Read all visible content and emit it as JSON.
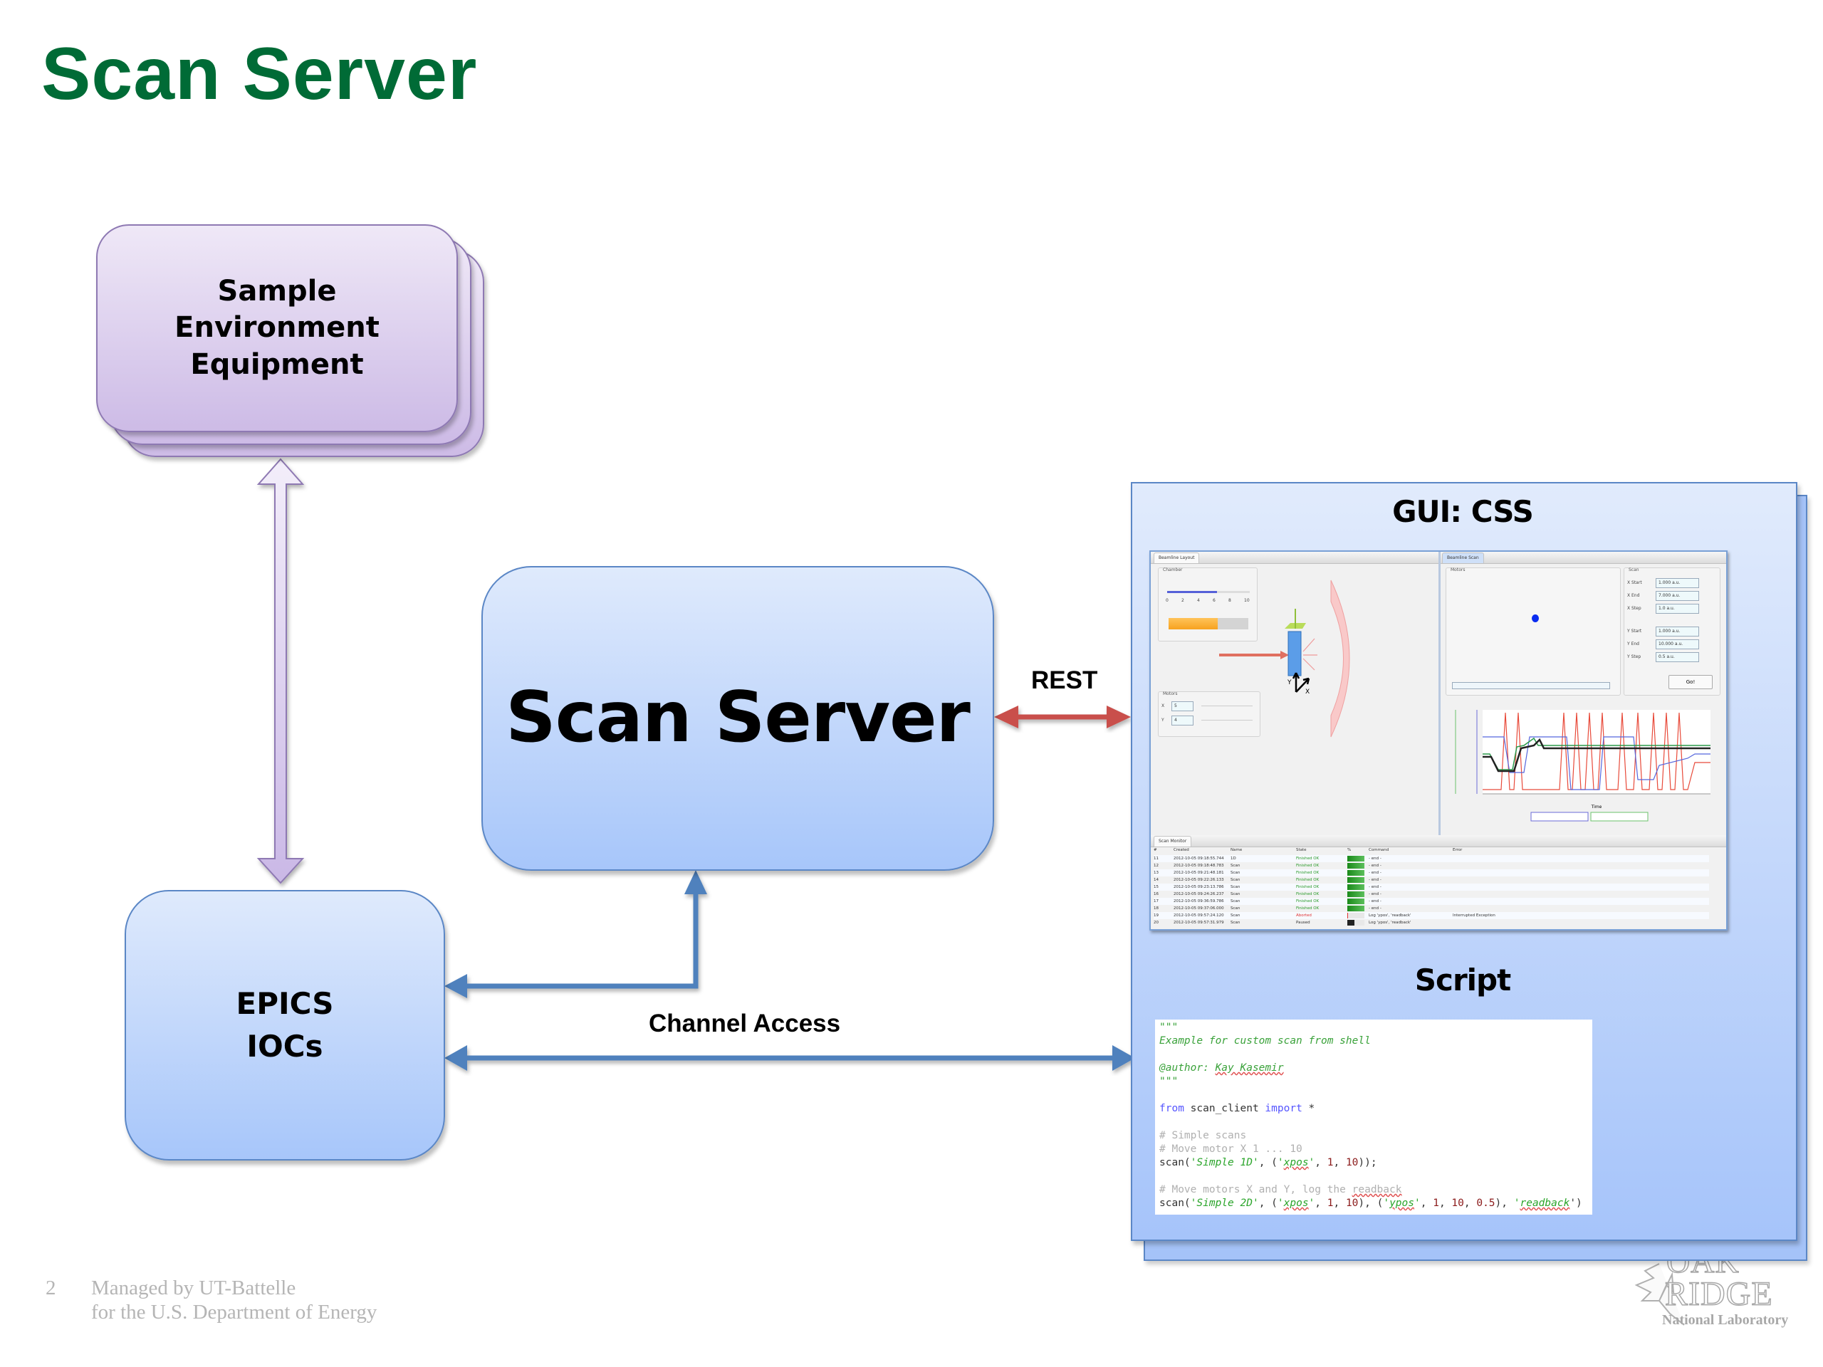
{
  "slide": {
    "title": "Scan Server",
    "page_number": "2",
    "footer_line1": "Managed by UT-Battelle",
    "footer_line2": "for the U.S. Department of Energy",
    "logo": {
      "word1": "OAK",
      "word2": "RIDGE",
      "word3": "National Laboratory"
    }
  },
  "colors": {
    "title_green": "#006b36",
    "blue_box": "#a7c6fa",
    "purple_box": "#cdbbe6",
    "rest_arrow": "#c9504c",
    "ca_arrow": "#4f81bd"
  },
  "nodes": {
    "sample_env": {
      "line1": "Sample",
      "line2": "Environment",
      "line3": "Equipment"
    },
    "scan_server": {
      "label": "Scan Server"
    },
    "epics": {
      "line1": "EPICS",
      "line2": "IOCs"
    },
    "clients_panel": {
      "gui_heading": "GUI: CSS",
      "script_heading": "Script"
    }
  },
  "edges": {
    "rest_label": "REST",
    "channel_access_label": "Channel Access"
  },
  "gui": {
    "left_tab": "Beamline Layout",
    "right_tab": "Beamline Scan",
    "chamber_group": "Chamber",
    "slider_ticks": [
      "0",
      "2",
      "4",
      "6",
      "8",
      "10"
    ],
    "slider_fraction": 0.6,
    "chamber_progress_fraction": 0.62,
    "motors_group": "Motors",
    "motor_x_label": "X",
    "motor_x_value": "5",
    "motor_y_label": "Y",
    "motor_y_value": "4",
    "motors_plot_group": "Motors",
    "scan_group": "Scan",
    "scan_fields": [
      {
        "label": "X Start",
        "value": "1.000 a.u."
      },
      {
        "label": "X End",
        "value": "7.000 a.u."
      },
      {
        "label": "X Step",
        "value": "1.0 a.u."
      },
      {
        "label": "Y Start",
        "value": "1.000 a.u."
      },
      {
        "label": "Y End",
        "value": "10.000 a.u."
      },
      {
        "label": "Y Step",
        "value": "0.5 a.u."
      }
    ],
    "go_button": "Go!",
    "plot_xlabel": "Time",
    "monitor_tab": "Scan Monitor",
    "monitor_columns": [
      "#",
      "Created",
      "Name",
      "State",
      "%",
      "Command",
      "Error"
    ],
    "monitor_rows": [
      {
        "id": "11",
        "created": "2012-10-05 09:18:55.744",
        "name": "1D",
        "state": "Finished OK",
        "percent": 100,
        "command": "- end -",
        "error": ""
      },
      {
        "id": "12",
        "created": "2012-10-05 09:18:48.783",
        "name": "Scan",
        "state": "Finished OK",
        "percent": 100,
        "command": "- end -",
        "error": ""
      },
      {
        "id": "13",
        "created": "2012-10-05 09:21:48.181",
        "name": "Scan",
        "state": "Finished OK",
        "percent": 100,
        "command": "- end -",
        "error": ""
      },
      {
        "id": "14",
        "created": "2012-10-05 09:22:26.133",
        "name": "Scan",
        "state": "Finished OK",
        "percent": 100,
        "command": "- end -",
        "error": ""
      },
      {
        "id": "15",
        "created": "2012-10-05 09:23:13.786",
        "name": "Scan",
        "state": "Finished OK",
        "percent": 100,
        "command": "- end -",
        "error": ""
      },
      {
        "id": "16",
        "created": "2012-10-05 09:24:26.237",
        "name": "Scan",
        "state": "Finished OK",
        "percent": 100,
        "command": "- end -",
        "error": ""
      },
      {
        "id": "17",
        "created": "2012-10-05 09:36:59.786",
        "name": "Scan",
        "state": "Finished OK",
        "percent": 100,
        "command": "- end -",
        "error": ""
      },
      {
        "id": "18",
        "created": "2012-10-05 09:37:06.000",
        "name": "Scan",
        "state": "Finished OK",
        "percent": 100,
        "command": "- end -",
        "error": ""
      },
      {
        "id": "19",
        "created": "2012-10-05 09:57:24.120",
        "name": "Scan",
        "state": "Aborted",
        "percent": 5,
        "command": "Log 'ypos', 'readback'",
        "error": "Interrupted Exception"
      },
      {
        "id": "20",
        "created": "2012-10-05 09:57:31.979",
        "name": "Scan",
        "state": "Paused",
        "percent": 40,
        "command": "Log 'ypos', 'readback'",
        "error": ""
      }
    ]
  },
  "script": {
    "lines": [
      [
        {
          "t": "\"\"\"",
          "c": "doc"
        }
      ],
      [
        {
          "t": "Example for custom scan from shell",
          "c": "doc"
        }
      ],
      [
        {
          "t": "",
          "c": "txt"
        }
      ],
      [
        {
          "t": "@author: ",
          "c": "doc"
        },
        {
          "t": "Kay Kasemir",
          "c": "doc squig"
        }
      ],
      [
        {
          "t": "\"\"\"",
          "c": "doc"
        }
      ],
      [
        {
          "t": "",
          "c": "txt"
        }
      ],
      [
        {
          "t": "from",
          "c": "kw"
        },
        {
          "t": " scan_client ",
          "c": "txt"
        },
        {
          "t": "import",
          "c": "kw"
        },
        {
          "t": " *",
          "c": "txt"
        }
      ],
      [
        {
          "t": "",
          "c": "txt"
        }
      ],
      [
        {
          "t": "# Simple scans",
          "c": "cm"
        }
      ],
      [
        {
          "t": "# Move motor X 1 ... 10",
          "c": "cm"
        }
      ],
      [
        {
          "t": "scan(",
          "c": "txt"
        },
        {
          "t": "'Simple 1D'",
          "c": "str"
        },
        {
          "t": ", (",
          "c": "txt"
        },
        {
          "t": "'",
          "c": "str"
        },
        {
          "t": "xpos",
          "c": "str squig"
        },
        {
          "t": "'",
          "c": "str"
        },
        {
          "t": ", ",
          "c": "txt"
        },
        {
          "t": "1",
          "c": "num"
        },
        {
          "t": ", ",
          "c": "txt"
        },
        {
          "t": "10",
          "c": "num"
        },
        {
          "t": "));",
          "c": "txt"
        }
      ],
      [
        {
          "t": "",
          "c": "txt"
        }
      ],
      [
        {
          "t": "# Move motors X and Y, log the ",
          "c": "cm"
        },
        {
          "t": "readback",
          "c": "cm squig"
        }
      ],
      [
        {
          "t": "scan(",
          "c": "txt"
        },
        {
          "t": "'Simple 2D'",
          "c": "str"
        },
        {
          "t": ", (",
          "c": "txt"
        },
        {
          "t": "'",
          "c": "str"
        },
        {
          "t": "xpos",
          "c": "str squig"
        },
        {
          "t": "'",
          "c": "str"
        },
        {
          "t": ", ",
          "c": "txt"
        },
        {
          "t": "1",
          "c": "num"
        },
        {
          "t": ", ",
          "c": "txt"
        },
        {
          "t": "10",
          "c": "num"
        },
        {
          "t": "), (",
          "c": "txt"
        },
        {
          "t": "'",
          "c": "str"
        },
        {
          "t": "ypos",
          "c": "str squig"
        },
        {
          "t": "'",
          "c": "str"
        },
        {
          "t": ", ",
          "c": "txt"
        },
        {
          "t": "1",
          "c": "num"
        },
        {
          "t": ", ",
          "c": "txt"
        },
        {
          "t": "10",
          "c": "num"
        },
        {
          "t": ", ",
          "c": "txt"
        },
        {
          "t": "0.5",
          "c": "num"
        },
        {
          "t": "), ",
          "c": "txt"
        },
        {
          "t": "'",
          "c": "str"
        },
        {
          "t": "readback",
          "c": "str squig"
        },
        {
          "t": "')",
          "c": "txt"
        }
      ]
    ]
  }
}
